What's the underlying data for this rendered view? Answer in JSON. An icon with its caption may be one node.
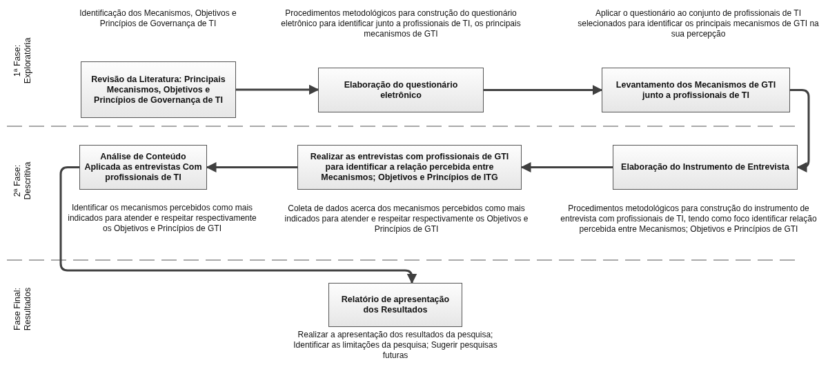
{
  "diagram": {
    "nodes": [
      {
        "text": [
          "Revisão da Literatura: Principais Mecanismos, Objetivos e Princípios de Governança de TI"
        ],
        "beside": [
          "Identificação dos Mecanismos, Objetivos e Princípios de Governança de TI"
        ]
      },
      {
        "text": [
          "Elaboração do questionário eletrônico"
        ],
        "beside": [
          "Procedimentos metodológicos para construção do questionário eletrônico para identificar junto a profissionais de TI, os principais mecanismos de GTI"
        ]
      },
      {
        "text": [
          "Levantamento dos Mecanismos de GTI junto a profissionais de TI"
        ],
        "beside": [
          "Aplicar o questionário ao conjunto de profissionais de TI selecionados para identificar os principais mecanismos de GTI na sua percepção"
        ]
      },
      {
        "text": [
          "Elaboração do Instrumento de Entrevista"
        ],
        "beside": [
          "Procedimentos metodológicos para construção do instrumento de entrevista com profissionais de TI, tendo como foco identificar relação percebida entre Mecanismos; Objetivos e Princípios de GTI"
        ]
      },
      {
        "text": [
          "Realizar as entrevistas com profissionais de GTI para identificar a relação percebida entre Mecanismos; Objetivos e Princípios de ITG"
        ],
        "beside": [
          "Coleta de dados acerca dos mecanismos percebidos como mais indicados para atender e respeitar respectivamente os Objetivos e Princípios de GTI"
        ]
      },
      {
        "text": [
          "Análise de Conteúdo Aplicada as entrevistas Com profissionais de TI"
        ],
        "beside": [
          "Identificar os mecanismos percebidos como mais indicados para atender e respeitar respectivamente os Objetivos e Princípios de GTI"
        ]
      },
      {
        "text": [
          "Relatório de apresentação dos Resultados"
        ],
        "beside": [
          "Realizar a apresentação dos resultados da pesquisa; Identificar as limitações da pesquisa; Sugerir pesquisas futuras"
        ]
      }
    ],
    "edges": [
      {
        "from": 0,
        "to": 1,
        "arrow": "to"
      },
      {
        "from": 1,
        "to": 2,
        "arrow": "to"
      },
      {
        "from": 2,
        "to": 3,
        "arrow": "to"
      },
      {
        "from": 3,
        "to": 4,
        "arrow": "to"
      },
      {
        "from": 4,
        "to": 5,
        "arrow": "to"
      },
      {
        "from": 5,
        "to": 6,
        "arrow": "to"
      }
    ],
    "labels": [
      "1ª Fase: Exploratória",
      "2ª Fase: Descritiva",
      "Fase Final: Resultados"
    ]
  }
}
